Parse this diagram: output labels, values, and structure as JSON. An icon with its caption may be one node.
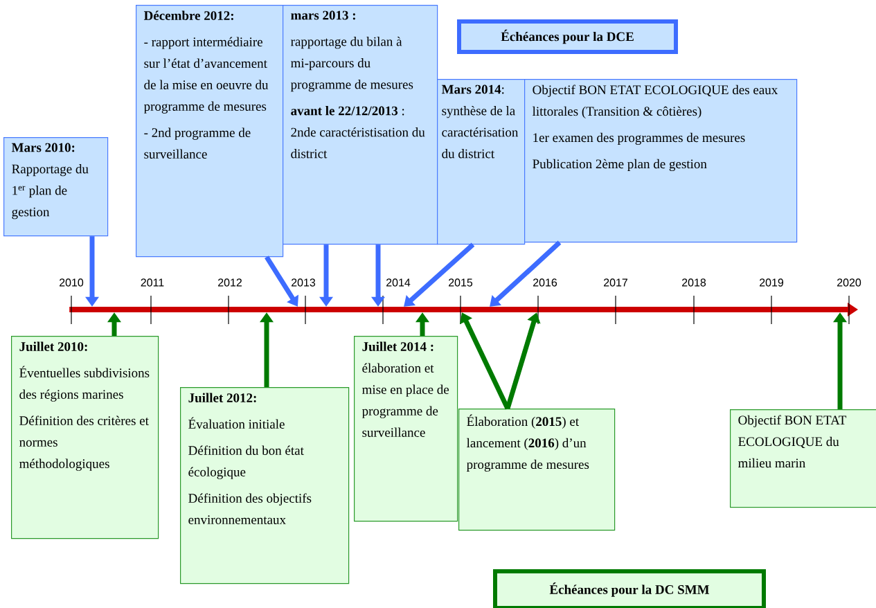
{
  "diagram": {
    "nodes": [
      {
        "text": [
          "Mars 2010:",
          "Rapportage du 1$^{er}$ plan de gestion"
        ]
      },
      {
        "text": [
          "Décembre 2012:",
          "- rapport intermédiaire sur l’état d’avancement de la mise en oeuvre du programme de mesures",
          "- 2nd programme de surveillance"
        ]
      },
      {
        "text": [
          "mars 2013 :",
          "rapportage du bilan à mi-parcours du programme de mesures",
          "**avant le 22/12/2013** : 2nde caractéristisation du district"
        ]
      },
      {
        "text": [
          "**Mars 2014**: synthèse de la caractérisation du district"
        ]
      },
      {
        "text": [
          "Objectif BON ETAT ECOLOGIQUE des eaux littorales (Transition & côtières)",
          "1er examen des programmes de mesures",
          "Publication 2ème plan de gestion"
        ]
      },
      {
        "text": [
          "Échéances pour la DCE"
        ]
      },
      {
        "text": [],
        "shape": "bar"
      },
      {
        "text": [
          "Juillet 2010:",
          "Éventuelles subdivisions des régions marines",
          "Définition des critères et normes méthodologiques"
        ]
      },
      {
        "text": [
          "Juillet 2012:",
          "Évaluation initiale",
          "Définition du bon état écologique",
          "Définition des objectifs environnementaux"
        ]
      },
      {
        "text": [
          "Juillet 2014 :",
          "élaboration et mise en place de programme de surveillance"
        ]
      },
      {
        "text": [
          "Élaboration (**2015**) et lancement (**2016**) d’un programme de mesures"
        ]
      },
      {
        "text": [
          "Objectif BON ETAT ECOLOGIQUE du milieu marin"
        ]
      },
      {
        "text": [
          "Échéances pour la DC SMM"
        ]
      }
    ],
    "edges": [
      {
        "from": 0,
        "to": 6,
        "arrow": "to",
        "color": "#3d6cff"
      },
      {
        "from": 1,
        "to": 6,
        "arrow": "to",
        "color": "#3d6cff"
      },
      {
        "from": 2,
        "to": 6,
        "arrow": "to",
        "color": "#3d6cff"
      },
      {
        "from": 2,
        "to": 6,
        "arrow": "to",
        "color": "#3d6cff"
      },
      {
        "from": 3,
        "to": 6,
        "arrow": "to",
        "color": "#3d6cff"
      },
      {
        "from": 4,
        "to": 6,
        "arrow": "to",
        "color": "#3d6cff"
      },
      {
        "from": 7,
        "to": 6,
        "arrow": "to",
        "color": "#007a00"
      },
      {
        "from": 8,
        "to": 6,
        "arrow": "to",
        "color": "#007a00"
      },
      {
        "from": 9,
        "to": 6,
        "arrow": "to",
        "color": "#007a00"
      },
      {
        "from": 10,
        "to": 6,
        "arrow": "to",
        "color": "#007a00"
      },
      {
        "from": 10,
        "to": 6,
        "arrow": "to",
        "color": "#007a00"
      },
      {
        "from": 11,
        "to": 6,
        "arrow": "to",
        "color": "#007a00"
      }
    ],
    "labels": [
      "2010",
      "2011",
      "2012",
      "2013",
      "2014",
      "2015",
      "2016",
      "2017",
      "2018",
      "2019",
      "2020"
    ]
  }
}
